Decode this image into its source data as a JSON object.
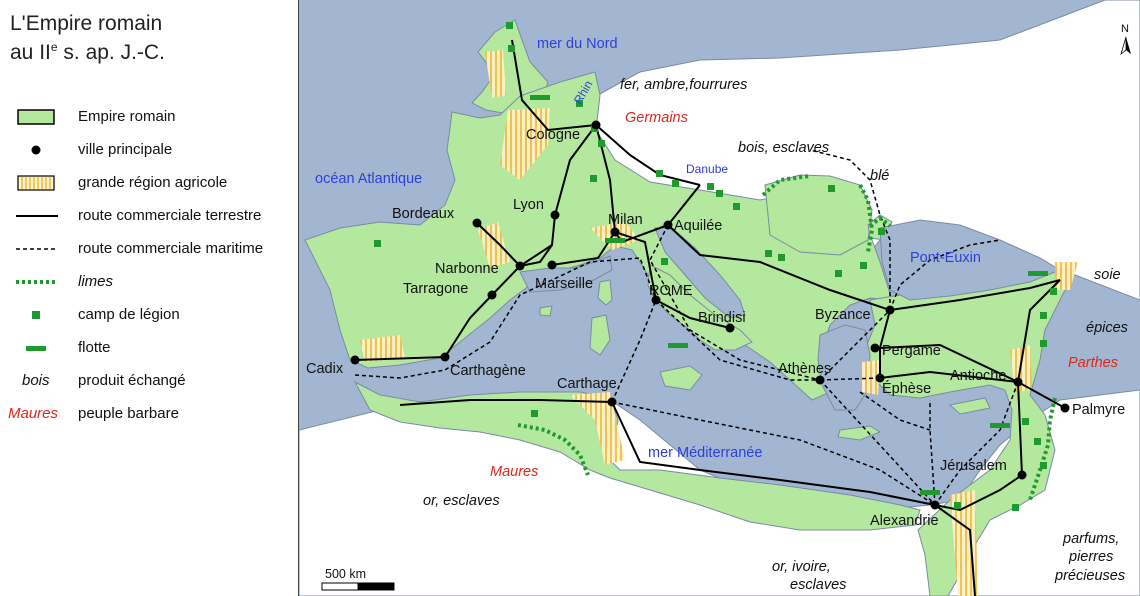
{
  "title": {
    "line1": "L'Empire romain",
    "line2_pre": "au II",
    "line2_sup": "e",
    "line2_post": " s. ap. J.-C."
  },
  "legend": [
    {
      "key": "empire",
      "label": "Empire romain"
    },
    {
      "key": "city",
      "label": "ville principale"
    },
    {
      "key": "agri",
      "label": "grande région agricole"
    },
    {
      "key": "land_route",
      "label": "route commerciale terrestre"
    },
    {
      "key": "sea_route",
      "label": "route commerciale maritime"
    },
    {
      "key": "limes",
      "label": "limes"
    },
    {
      "key": "camp",
      "label": "camp de légion"
    },
    {
      "key": "fleet",
      "label": "flotte"
    },
    {
      "key": "product",
      "sample": "bois",
      "label": "produit échangé"
    },
    {
      "key": "people",
      "sample": "Maures",
      "label": "peuple barbare"
    }
  ],
  "colors": {
    "sea": "#a3b6d1",
    "land": "#ffffff",
    "empire": "#b5e89f",
    "agri": "#f2c94c",
    "camp": "#1e9a2e",
    "sea_label": "#2e3fd6",
    "people": "#e0261b"
  },
  "cities": [
    "Cologne",
    "Lyon",
    "Bordeaux",
    "Milan",
    "Aquilée",
    "Narbonne",
    "Marseille",
    "Tarragone",
    "ROME",
    "Brindisi",
    "Cadix",
    "Carthagène",
    "Carthage",
    "Byzance",
    "Pergame",
    "Athènes",
    "Éphèse",
    "Antioche",
    "Palmyre",
    "Jérusalem",
    "Alexandrie"
  ],
  "seas": {
    "nord": "mer du Nord",
    "atlantique": "océan Atlantique",
    "rhin": "Rhin",
    "danube": "Danube",
    "pont": "Pont-Euxin",
    "med": "mer Méditerranée"
  },
  "peoples": {
    "germains": "Germains",
    "maures": "Maures",
    "parthes": "Parthes"
  },
  "products": {
    "fer": "fer, ambre,fourrures",
    "bois": "bois, esclaves",
    "ble": "blé",
    "soie": "soie",
    "epices": "épices",
    "or": "or, esclaves",
    "ivoire1": "or, ivoire,",
    "ivoire2": "esclaves",
    "parfums1": "parfums,",
    "parfums2": "pierres",
    "parfums3": "précieuses"
  },
  "scale": "500 km",
  "north": "N"
}
